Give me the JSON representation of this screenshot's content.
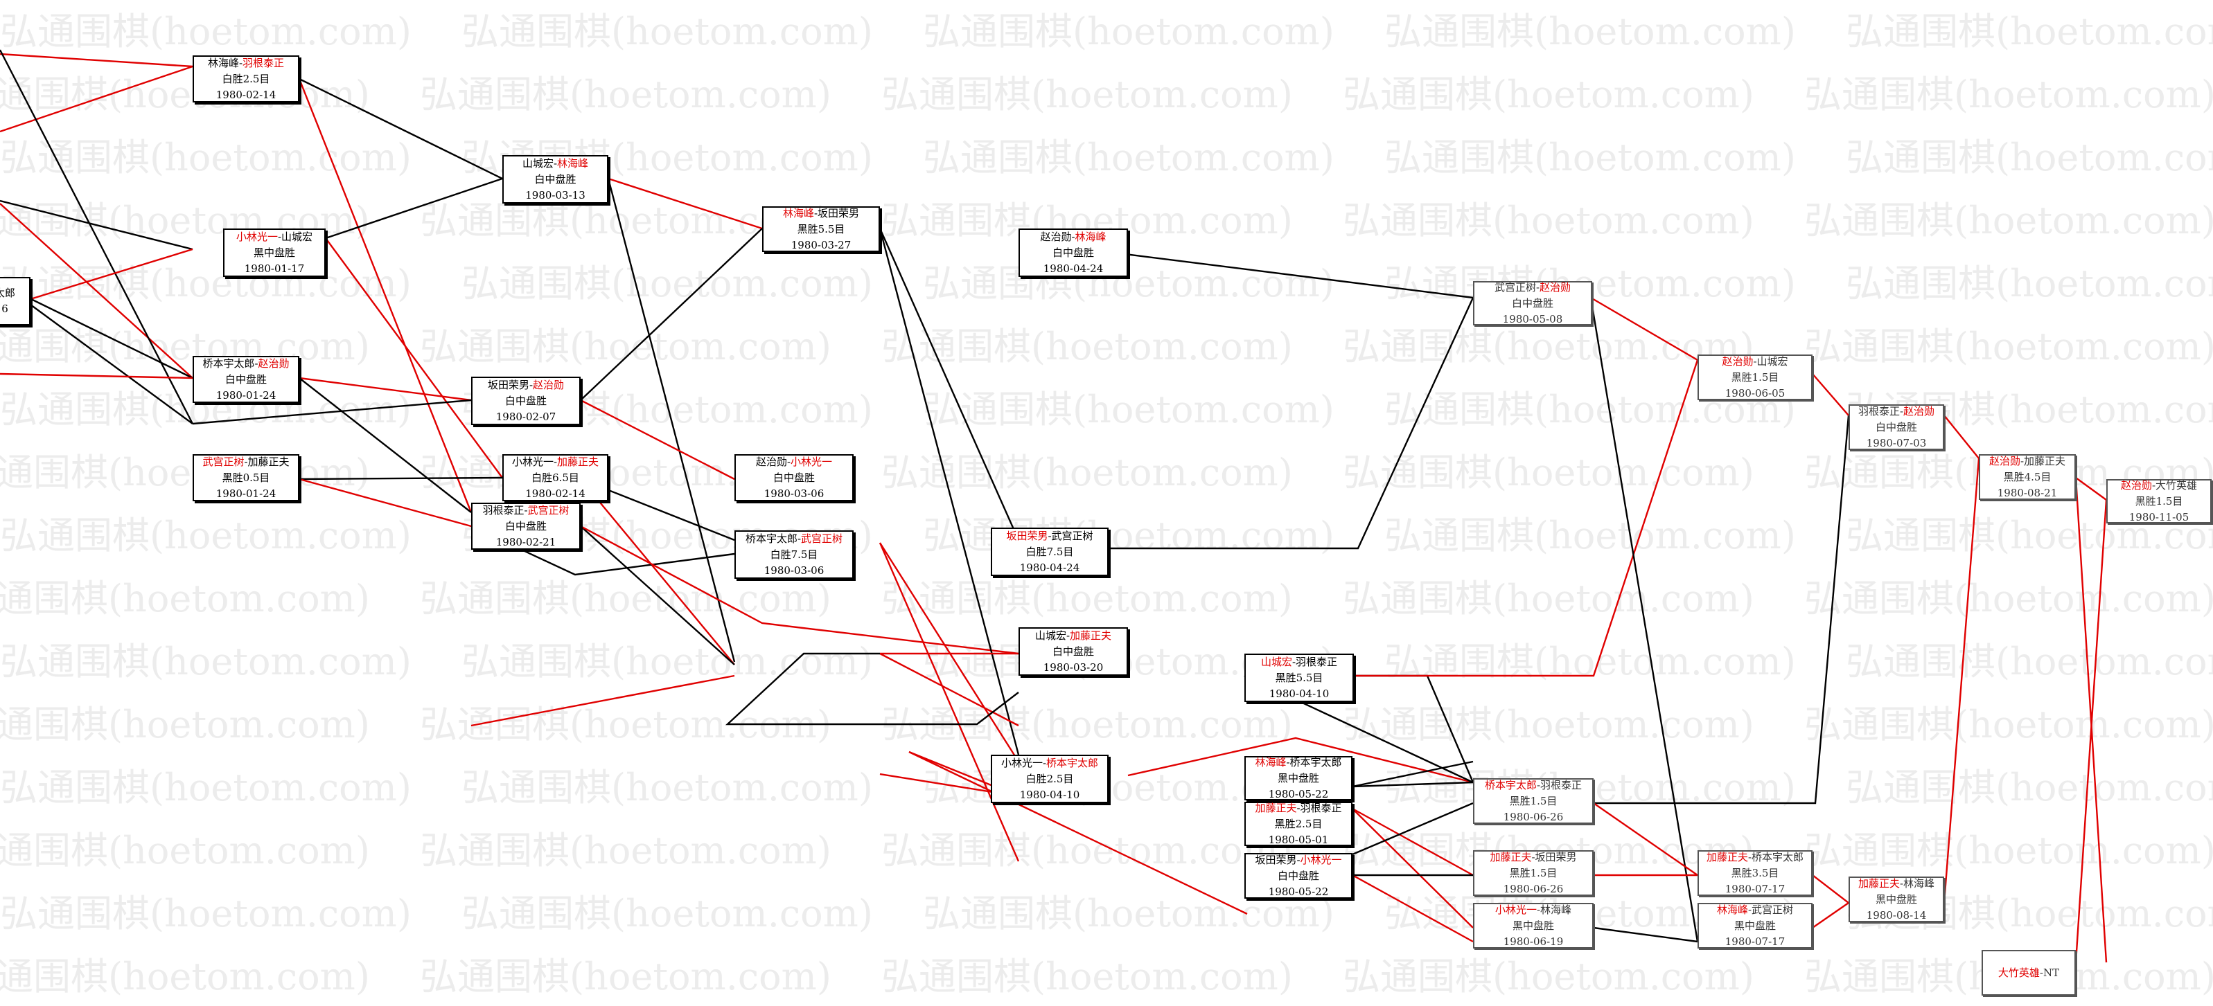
{
  "watermark": "弘通围棋(hoetom.com)",
  "colors": {
    "winner": "#e00000",
    "line_black": "#000000",
    "line_red": "#e00000"
  },
  "games": [
    {
      "id": "g01",
      "p1": "林海峰",
      "sep": "-",
      "p2": "羽根泰正",
      "winner": 2,
      "result": "白胜2.5目",
      "date": "1980-02-14"
    },
    {
      "id": "g02",
      "p1": "小林光一",
      "sep": "-",
      "p2": "山城宏",
      "winner": 1,
      "result": "黑中盘胜",
      "date": "1980-01-17"
    },
    {
      "id": "g03",
      "p1": "",
      "sep": "",
      "p2": "太郎",
      "winner": 0,
      "result": "6",
      "date": ""
    },
    {
      "id": "g04",
      "p1": "桥本宇太郎",
      "sep": "-",
      "p2": "赵治勋",
      "winner": 2,
      "result": "白中盘胜",
      "date": "1980-01-24"
    },
    {
      "id": "g05",
      "p1": "武宫正树",
      "sep": "-",
      "p2": "加藤正夫",
      "winner": 1,
      "result": "黑胜0.5目",
      "date": "1980-01-24"
    },
    {
      "id": "g06",
      "p1": "山城宏",
      "sep": "-",
      "p2": "林海峰",
      "winner": 2,
      "result": "白中盘胜",
      "date": "1980-03-13"
    },
    {
      "id": "g07",
      "p1": "坂田荣男",
      "sep": "-",
      "p2": "赵治勋",
      "winner": 2,
      "result": "白中盘胜",
      "date": "1980-02-07"
    },
    {
      "id": "g08",
      "p1": "小林光一",
      "sep": "-",
      "p2": "加藤正夫",
      "winner": 2,
      "result": "白胜6.5目",
      "date": "1980-02-14"
    },
    {
      "id": "g09",
      "p1": "羽根泰正",
      "sep": "-",
      "p2": "武宫正树",
      "winner": 2,
      "result": "白中盘胜",
      "date": "1980-02-21"
    },
    {
      "id": "g10",
      "p1": "林海峰",
      "sep": "-",
      "p2": "坂田荣男",
      "winner": 1,
      "result": "黑胜5.5目",
      "date": "1980-03-27"
    },
    {
      "id": "g11",
      "p1": "赵治勋",
      "sep": "-",
      "p2": "小林光一",
      "winner": 2,
      "result": "白中盘胜",
      "date": "1980-03-06"
    },
    {
      "id": "g12",
      "p1": "桥本宇太郎",
      "sep": "-",
      "p2": "武宫正树",
      "winner": 2,
      "result": "白胜7.5目",
      "date": "1980-03-06"
    },
    {
      "id": "g13",
      "p1": "赵治勋",
      "sep": "-",
      "p2": "林海峰",
      "winner": 2,
      "result": "白中盘胜",
      "date": "1980-04-24"
    },
    {
      "id": "g14",
      "p1": "坂田荣男",
      "sep": "-",
      "p2": "武宫正树",
      "winner": 1,
      "result": "白胜7.5目",
      "date": "1980-04-24"
    },
    {
      "id": "g15",
      "p1": "山城宏",
      "sep": "-",
      "p2": "加藤正夫",
      "winner": 2,
      "result": "白中盘胜",
      "date": "1980-03-20"
    },
    {
      "id": "g16",
      "p1": "小林光一",
      "sep": "-",
      "p2": "桥本宇太郎",
      "winner": 2,
      "result": "白胜2.5目",
      "date": "1980-04-10"
    },
    {
      "id": "g17",
      "p1": "山城宏",
      "sep": "-",
      "p2": "羽根泰正",
      "winner": 1,
      "result": "黑胜5.5目",
      "date": "1980-04-10"
    },
    {
      "id": "g18",
      "p1": "林海峰",
      "sep": "-",
      "p2": "桥本宇太郎",
      "winner": 1,
      "result": "黑中盘胜",
      "date": "1980-05-22"
    },
    {
      "id": "g19",
      "p1": "加藤正夫",
      "sep": "-",
      "p2": "羽根泰正",
      "winner": 1,
      "result": "黑胜2.5目",
      "date": "1980-05-01"
    },
    {
      "id": "g20",
      "p1": "坂田荣男",
      "sep": "-",
      "p2": "小林光一",
      "winner": 2,
      "result": "白中盘胜",
      "date": "1980-05-22"
    },
    {
      "id": "g21",
      "p1": "武宫正树",
      "sep": "-",
      "p2": "赵治勋",
      "winner": 2,
      "result": "白中盘胜",
      "date": "1980-05-08"
    },
    {
      "id": "g22",
      "p1": "桥本宇太郎",
      "sep": "-",
      "p2": "羽根泰正",
      "winner": 1,
      "result": "黑胜1.5目",
      "date": "1980-06-26"
    },
    {
      "id": "g23",
      "p1": "加藤正夫",
      "sep": "-",
      "p2": "坂田荣男",
      "winner": 1,
      "result": "黑胜1.5目",
      "date": "1980-06-26"
    },
    {
      "id": "g24",
      "p1": "小林光一",
      "sep": "-",
      "p2": "林海峰",
      "winner": 1,
      "result": "黑中盘胜",
      "date": "1980-06-19"
    },
    {
      "id": "g25",
      "p1": "赵治勋",
      "sep": "-",
      "p2": "山城宏",
      "winner": 1,
      "result": "黑胜1.5目",
      "date": "1980-06-05"
    },
    {
      "id": "g26",
      "p1": "加藤正夫",
      "sep": "-",
      "p2": "桥本宇太郎",
      "winner": 1,
      "result": "黑胜3.5目",
      "date": "1980-07-17"
    },
    {
      "id": "g27",
      "p1": "林海峰",
      "sep": "-",
      "p2": "武宫正树",
      "winner": 1,
      "result": "黑中盘胜",
      "date": "1980-07-17"
    },
    {
      "id": "g28",
      "p1": "羽根泰正",
      "sep": "-",
      "p2": "赵治勋",
      "winner": 2,
      "result": "白中盘胜",
      "date": "1980-07-03"
    },
    {
      "id": "g29",
      "p1": "加藤正夫",
      "sep": "-",
      "p2": "林海峰",
      "winner": 1,
      "result": "黑中盘胜",
      "date": "1980-08-14"
    },
    {
      "id": "g30",
      "p1": "赵治勋",
      "sep": "-",
      "p2": "加藤正夫",
      "winner": 1,
      "result": "黑胜4.5目",
      "date": "1980-08-21"
    },
    {
      "id": "g31",
      "p1": "赵治勋",
      "sep": "-",
      "p2": "大竹英雄",
      "winner": 1,
      "result": "黑胜1.5目",
      "date": "1980-11-05"
    },
    {
      "id": "g32",
      "p1": "大竹英雄",
      "sep": "-",
      "p2": "NT",
      "winner": 1,
      "result": "",
      "date": ""
    }
  ]
}
